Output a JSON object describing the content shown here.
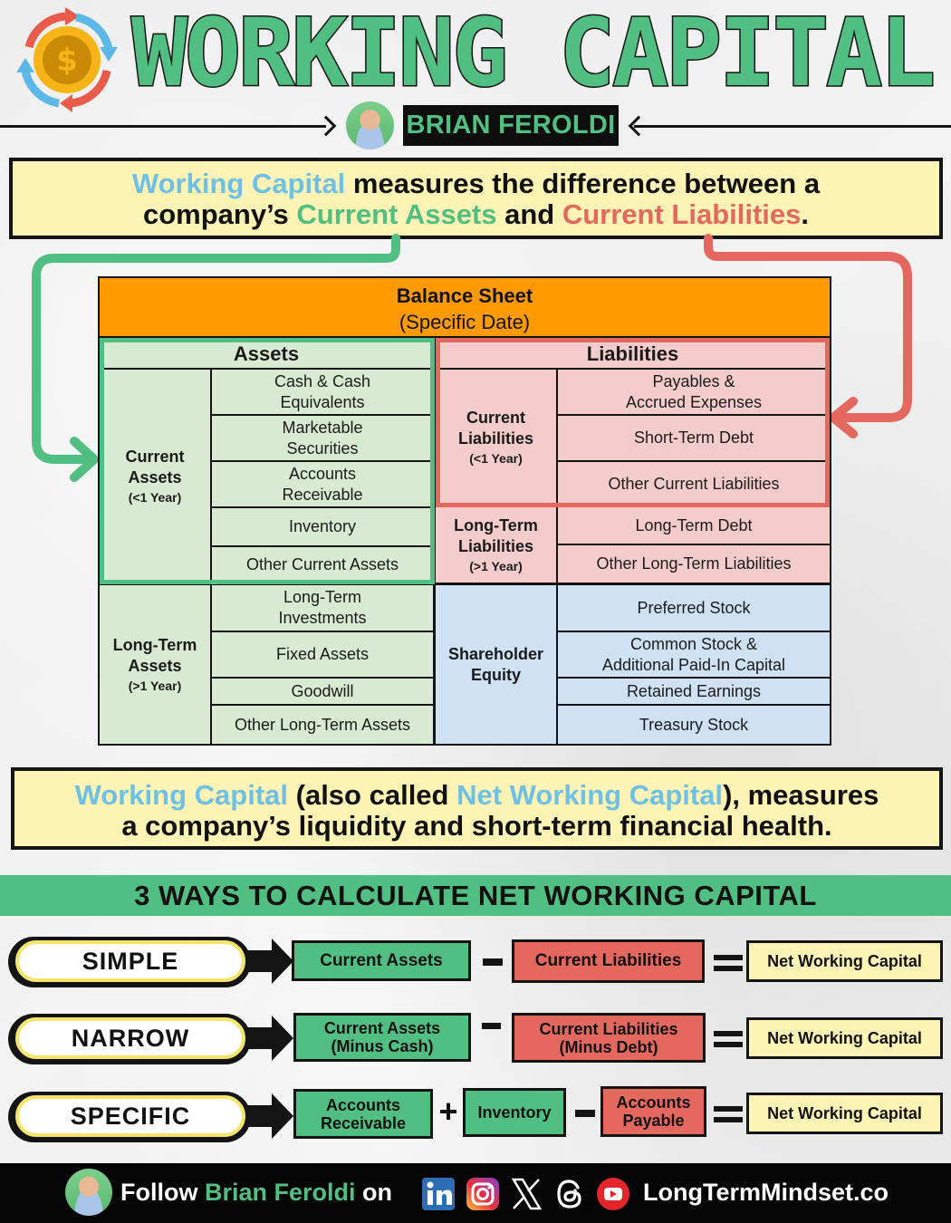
{
  "header": {
    "title": "WORKING CAPITAL",
    "author_name": "BRIAN FEROLDI",
    "logo_icon": "money-cycle-icon",
    "avatar": "author-avatar"
  },
  "definition": {
    "term": "Working Capital",
    "text_1": " measures the difference between a",
    "text_2": "company’s ",
    "current_assets": "Current Assets",
    "and": " and ",
    "current_liabilities": "Current Liabilities",
    "period": "."
  },
  "balance_sheet": {
    "title": "Balance Sheet",
    "subtitle": "(Specific Date)",
    "assets": {
      "header": "Assets",
      "current": {
        "label_1": "Current",
        "label_2": "Assets",
        "period": "(<1 Year)",
        "items": [
          "Cash & Cash\nEquivalents",
          "Marketable\nSecurities",
          "Accounts\nReceivable",
          "Inventory",
          "Other Current Assets"
        ]
      },
      "long_term": {
        "label_1": "Long-Term",
        "label_2": "Assets",
        "period": "(>1 Year)",
        "items": [
          "Long-Term\nInvestments",
          "Fixed Assets",
          "Goodwill",
          "Other Long-Term Assets"
        ]
      }
    },
    "liabilities": {
      "header": "Liabilities",
      "current": {
        "label_1": "Current",
        "label_2": "Liabilities",
        "period": "(<1 Year)",
        "items": [
          "Payables &\nAccrued Expenses",
          "Short-Term Debt",
          "Other Current Liabilities"
        ]
      },
      "long_term": {
        "label_1": "Long-Term",
        "label_2": "Liabilities",
        "period": "(>1 Year)",
        "items": [
          "Long-Term Debt",
          "Other Long-Term Liabilities"
        ]
      }
    },
    "equity": {
      "label_1": "Shareholder",
      "label_2": "Equity",
      "items": [
        "Preferred Stock",
        "Common Stock &\nAdditional Paid-In Capital",
        "Retained Earnings",
        "Treasury Stock"
      ]
    }
  },
  "summary": {
    "term": "Working Capital",
    "text_1": " (also called ",
    "alt_term": "Net Working Capital",
    "text_2": "), measures",
    "text_3": "a company’s liquidity and short-term financial health."
  },
  "methods": {
    "title": "3 WAYS TO CALCULATE NET WORKING CAPITAL",
    "rows": [
      {
        "name": "SIMPLE",
        "terms": [
          "Current Assets",
          "Current Liabilities"
        ],
        "operators": [
          "−",
          "="
        ],
        "result": "Net Working Capital"
      },
      {
        "name": "NARROW",
        "terms": [
          "Current Assets\n(Minus Cash)",
          "Current Liabilities\n(Minus Debt)"
        ],
        "operators": [
          "−",
          "="
        ],
        "result": "Net Working Capital"
      },
      {
        "name": "SPECIFIC",
        "terms": [
          "Accounts\nReceivable",
          "Inventory",
          "Accounts\nPayable"
        ],
        "operators": [
          "+",
          "−",
          "="
        ],
        "result": "Net Working Capital"
      }
    ]
  },
  "footer": {
    "follow": "Follow ",
    "name": "Brian Feroldi",
    "on": " on",
    "socials": [
      "linkedin-icon",
      "instagram-icon",
      "x-icon",
      "threads-icon",
      "youtube-icon"
    ],
    "website": "LongTermMindset.co"
  },
  "colors": {
    "green": "#52bf82",
    "red": "#e5685e",
    "blue": "#6ec1e4",
    "yellow": "#fdf3b4",
    "orange": "#ff9a02",
    "asset_bg": "#d9ead3",
    "liability_bg": "#f4cccc",
    "equity_bg": "#cfe2f3"
  }
}
